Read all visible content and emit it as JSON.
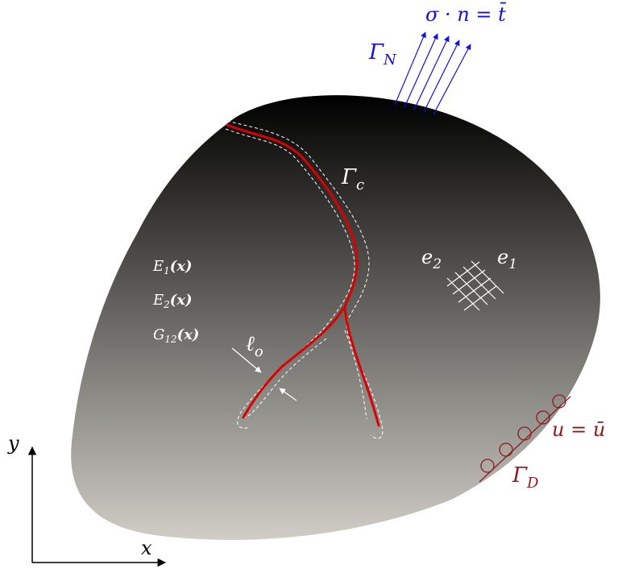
{
  "boundaries": {
    "neumann": {
      "label": "Γ",
      "sub": "N",
      "condition": "σ · n = t̄",
      "color": "#1010e0"
    },
    "dirichlet": {
      "label": "Γ",
      "sub": "D",
      "condition": "u = ū",
      "color": "#8b1a1a"
    },
    "crack": {
      "label": "Γ",
      "sub": "c"
    }
  },
  "material": {
    "props": [
      {
        "sym": "E",
        "sub": "1",
        "arg": "(𝒙)"
      },
      {
        "sym": "E",
        "sub": "2",
        "arg": "(𝒙)"
      },
      {
        "sym": "G",
        "sub": "12",
        "arg": "(𝒙)"
      }
    ],
    "directions": [
      {
        "sym": "e",
        "sub": "2"
      },
      {
        "sym": "e",
        "sub": "1"
      }
    ]
  },
  "length_scale": {
    "label": "ℓ",
    "sub": "o"
  },
  "axes": {
    "x": "x",
    "y": "y"
  },
  "colors": {
    "crack": "#dd0000",
    "body_top": "#000000",
    "body_bottom": "#d0cdc6"
  }
}
